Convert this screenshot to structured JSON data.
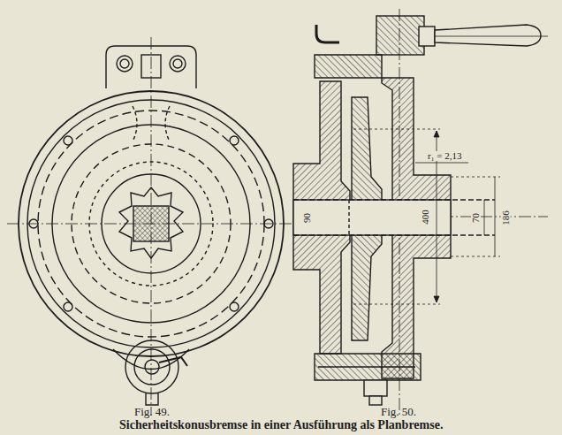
{
  "diagram": {
    "caption": "Sicherheitskonusbremse in einer Ausführung als Planbremse.",
    "labels": [
      "r₁ = 2,13",
      "90",
      "400",
      "70",
      "186",
      "Fig. 49.",
      "Fig. 50."
    ]
  }
}
